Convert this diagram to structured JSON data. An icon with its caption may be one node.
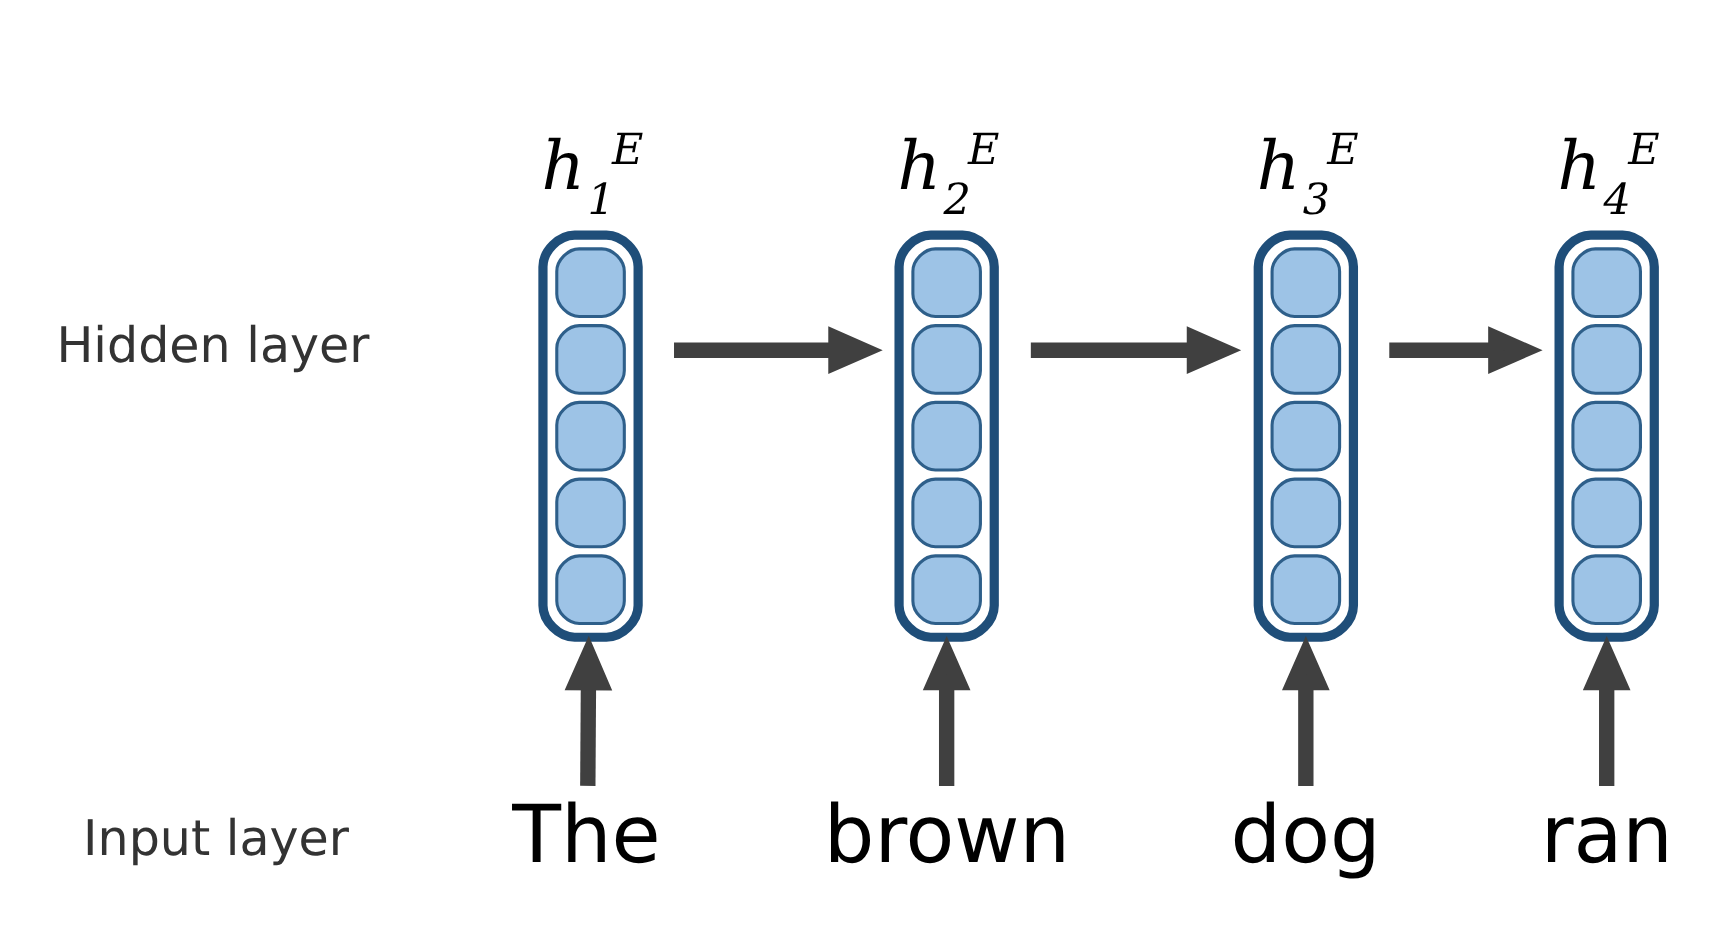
{
  "diagram": {
    "nodes": [
      {
        "text": [
          "h$_{1}$$^{E}$"
        ]
      },
      {
        "text": [
          "h$_{2}$$^{E}$"
        ]
      },
      {
        "text": [
          "h$_{3}$$^{E}$"
        ]
      },
      {
        "text": [
          "h$_{4}$$^{E}$"
        ]
      },
      {
        "text": [
          "The"
        ]
      },
      {
        "text": [
          "brown"
        ]
      },
      {
        "text": [
          "dog"
        ]
      },
      {
        "text": [
          "ran"
        ]
      }
    ],
    "edges": [
      {
        "from": 4,
        "to": 0,
        "arrow": "to"
      },
      {
        "from": 5,
        "to": 1,
        "arrow": "to"
      },
      {
        "from": 6,
        "to": 2,
        "arrow": "to"
      },
      {
        "from": 7,
        "to": 3,
        "arrow": "to"
      },
      {
        "from": 0,
        "to": 1,
        "arrow": "to"
      },
      {
        "from": 1,
        "to": 2,
        "arrow": "to"
      },
      {
        "from": 2,
        "to": 3,
        "arrow": "to"
      }
    ],
    "labels": [
      "Hidden layer",
      "Input layer"
    ]
  }
}
